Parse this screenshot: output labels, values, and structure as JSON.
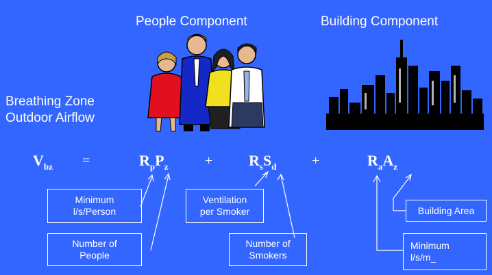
{
  "headers": {
    "people": "People Component",
    "building": "Building Component"
  },
  "left_label": {
    "line1": "Breathing Zone",
    "line2": "Outdoor Airflow"
  },
  "equation": {
    "lhs_main": "V",
    "lhs_sub": "bz",
    "equals": "=",
    "plus": "+",
    "term1_a": "R",
    "term1_a_sub": "p",
    "term1_b": "P",
    "term1_b_sub": "z",
    "term2_a": "R",
    "term2_a_sub": "s",
    "term2_b": "S",
    "term2_b_sub": "d",
    "term3_a": "R",
    "term3_a_sub": "a",
    "term3_b": "A",
    "term3_b_sub": "z"
  },
  "callouts": {
    "min_per_person": {
      "line1": "Minimum",
      "line2": "l/s/Person"
    },
    "number_people": {
      "line1": "Number of",
      "line2": "People"
    },
    "vent_smoker": {
      "line1": "Ventilation",
      "line2": "per Smoker"
    },
    "number_smokers": {
      "line1": "Number of",
      "line2": "Smokers"
    },
    "building_area": {
      "line1": "Building Area"
    },
    "min_per_area": {
      "line1": "Minimum",
      "line2": "l/s/m_"
    }
  },
  "colors": {
    "background": "#3366ff",
    "text": "#ffffff"
  },
  "icons": [
    "people-clipart",
    "city-skyline-clipart"
  ]
}
